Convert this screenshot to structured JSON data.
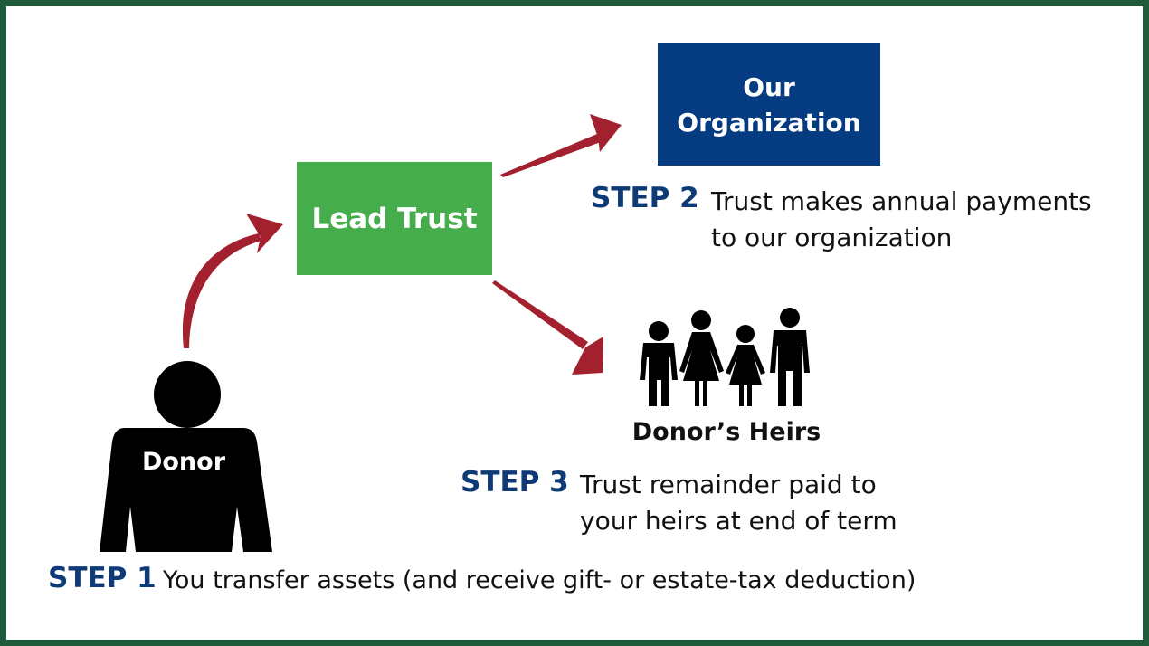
{
  "nodes": {
    "lead_trust": "Lead Trust",
    "organization": "Our\nOrganization",
    "donor": "Donor",
    "heirs": "Donor’s Heirs"
  },
  "steps": [
    {
      "number": "STEP 1",
      "text": "You transfer assets (and receive gift- or estate-tax deduction)"
    },
    {
      "number": "STEP 2",
      "text": "Trust makes annual payments\nto our organization"
    },
    {
      "number": "STEP 3",
      "text": "Trust remainder paid to\nyour heirs at end of term"
    }
  ],
  "colors": {
    "frame": "#1e5b3a",
    "lead_trust": "#45ad4c",
    "organization": "#053b80",
    "arrow": "#a3212f",
    "step_label": "#0e3a75"
  }
}
